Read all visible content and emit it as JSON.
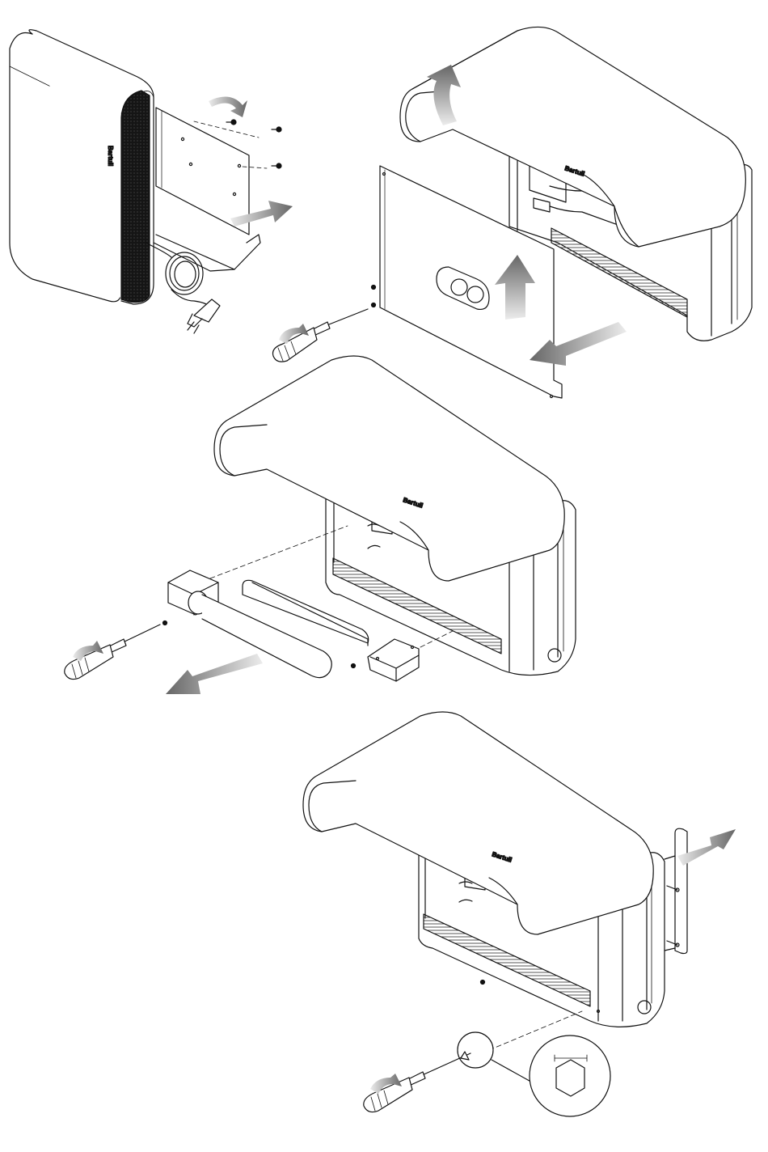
{
  "brand_mark": "Bartuli",
  "colors": {
    "line": "#111111",
    "arrow_light": "#e6e6e6",
    "arrow_dark": "#6b6b6b",
    "grille": "#151515",
    "slats": "#555555"
  },
  "steps": [
    {
      "name": "step-1-detach-wall-bracket",
      "arrows": [
        "rotate",
        "push-right"
      ]
    },
    {
      "name": "step-2-remove-side-cover",
      "arrows": [
        "lift-top",
        "up",
        "pull-out"
      ]
    },
    {
      "name": "step-3-remove-heating-element",
      "arrows": [
        "pull-out"
      ]
    },
    {
      "name": "step-4-remove-side-panel",
      "arrows": [
        "pull-out"
      ]
    }
  ],
  "icons": [
    "screwdriver-icon",
    "screw-icon",
    "power-plug-icon",
    "rotation-arrow-icon",
    "hex-nut-detail-icon"
  ]
}
